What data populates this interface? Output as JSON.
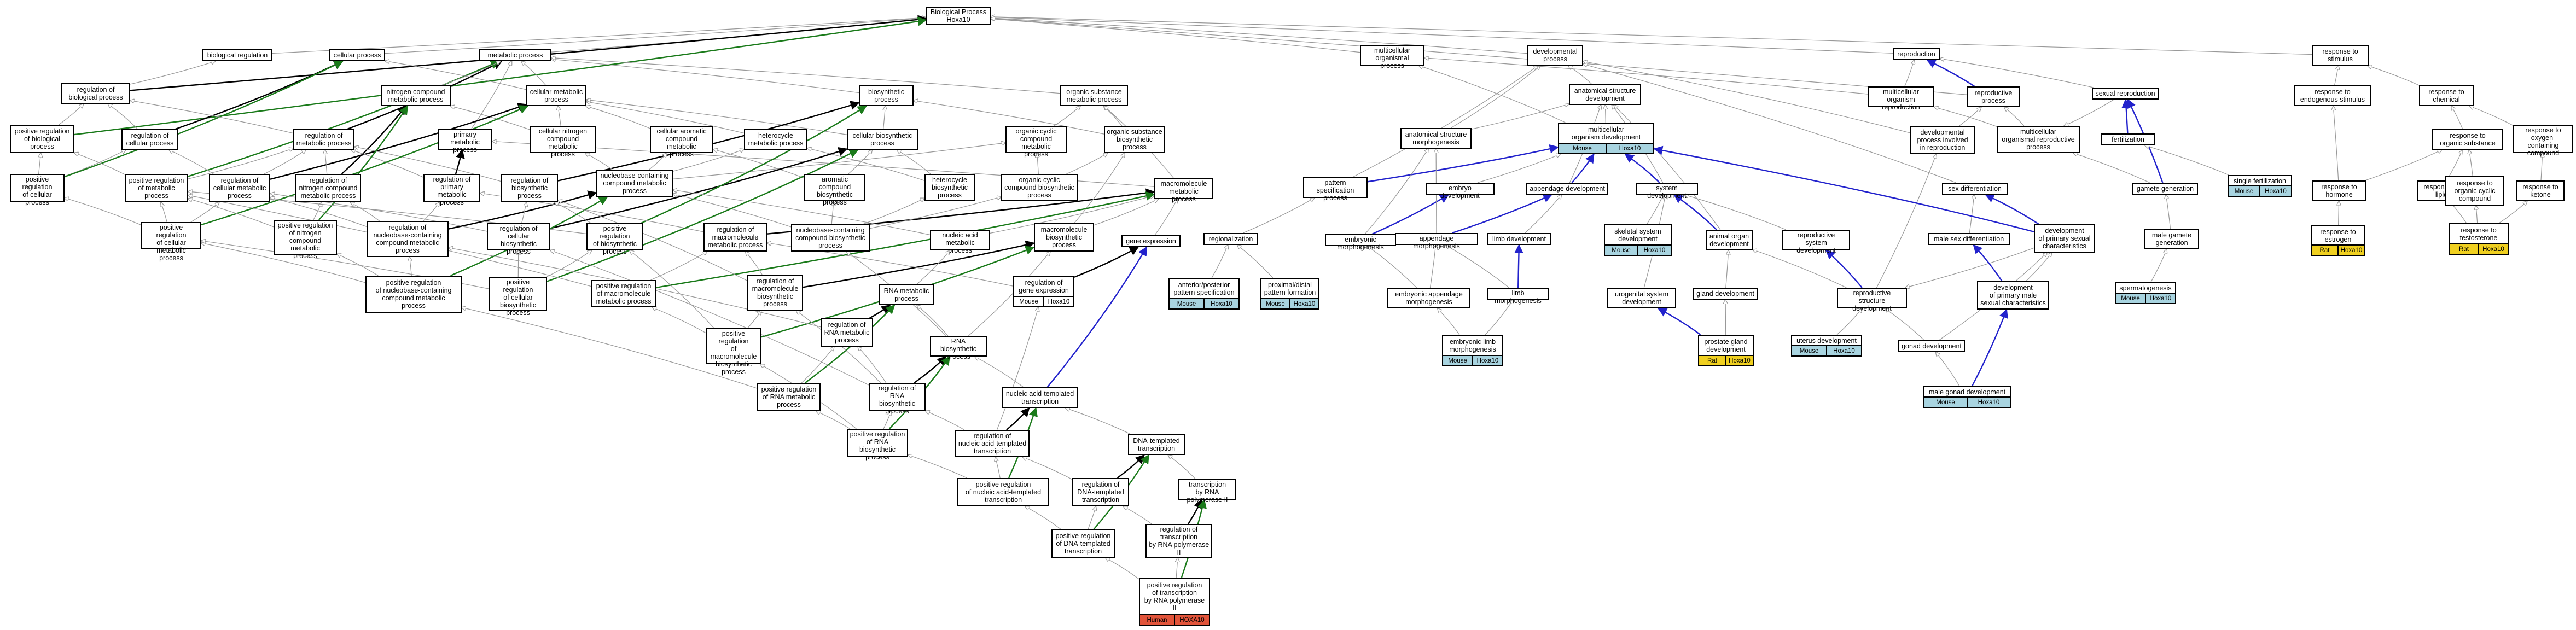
{
  "colors": {
    "is_a": "#999999",
    "regulates": "#000000",
    "pos_regulates": "#1a7a1a",
    "part_of": "#2222cc"
  },
  "nodes": [
    {
      "id": "bp",
      "label": "Biological Process\nHoxa10"
    },
    {
      "id": "breg",
      "label": "biological regulation"
    },
    {
      "id": "cp",
      "label": "cellular process"
    },
    {
      "id": "mp",
      "label": "metabolic process"
    },
    {
      "id": "rbp",
      "label": "regulation of\nbiological process"
    },
    {
      "id": "ncmp",
      "label": "nitrogen compound\nmetabolic process"
    },
    {
      "id": "cmp",
      "label": "cellular metabolic\nprocess"
    },
    {
      "id": "bs",
      "label": "biosynthetic\nprocess"
    },
    {
      "id": "osmp",
      "label": "organic substance\nmetabolic process"
    },
    {
      "id": "prbp",
      "label": "positive regulation\nof biological\nprocess"
    },
    {
      "id": "rcp",
      "label": "regulation of\ncellular process"
    },
    {
      "id": "rmp",
      "label": "regulation of\nmetabolic process"
    },
    {
      "id": "pmp",
      "label": "primary metabolic\nprocess"
    },
    {
      "id": "cncmp",
      "label": "cellular nitrogen\ncompound metabolic\nprocess"
    },
    {
      "id": "cacmp",
      "label": "cellular aromatic\ncompound metabolic\nprocess"
    },
    {
      "id": "hmp",
      "label": "heterocycle\nmetabolic process"
    },
    {
      "id": "cbp",
      "label": "cellular biosynthetic\nprocess"
    },
    {
      "id": "occmp",
      "label": "organic cyclic\ncompound metabolic\nprocess"
    },
    {
      "id": "osbp",
      "label": "organic substance\nbiosynthetic\nprocess"
    },
    {
      "id": "prcp",
      "label": "positive regulation\nof cellular\nprocess"
    },
    {
      "id": "prmp",
      "label": "positive regulation\nof metabolic\nprocess"
    },
    {
      "id": "rcmp",
      "label": "regulation of\ncellular metabolic\nprocess"
    },
    {
      "id": "rncmp",
      "label": "regulation of\nnitrogen compound\nmetabolic process"
    },
    {
      "id": "rpmp",
      "label": "regulation of\nprimary metabolic\nprocess"
    },
    {
      "id": "rbs",
      "label": "regulation of\nbiosynthetic\nprocess"
    },
    {
      "id": "nbcmp",
      "label": "nucleobase-containing\ncompound metabolic\nprocess"
    },
    {
      "id": "acbp",
      "label": "aromatic compound\nbiosynthetic\nprocess"
    },
    {
      "id": "hbp",
      "label": "heterocycle\nbiosynthetic\nprocess"
    },
    {
      "id": "occbp",
      "label": "organic cyclic\ncompound biosynthetic\nprocess"
    },
    {
      "id": "macmp",
      "label": "macromolecule\nmetabolic process"
    },
    {
      "id": "prcmp",
      "label": "positive regulation\nof cellular\nmetabolic process"
    },
    {
      "id": "prncmp",
      "label": "positive regulation\nof nitrogen\ncompound metabolic\nprocess"
    },
    {
      "id": "rnbcmp",
      "label": "regulation of\nnucleobase-containing\ncompound metabolic\nprocess"
    },
    {
      "id": "rcbp",
      "label": "regulation of\ncellular biosynthetic\nprocess"
    },
    {
      "id": "prbs",
      "label": "positive regulation\nof biosynthetic\nprocess"
    },
    {
      "id": "rmacmp",
      "label": "regulation of\nmacromolecule\nmetabolic process"
    },
    {
      "id": "nbcbp",
      "label": "nucleobase-containing\ncompound biosynthetic\nprocess"
    },
    {
      "id": "namp",
      "label": "nucleic acid\nmetabolic process"
    },
    {
      "id": "macbp",
      "label": "macromolecule\nbiosynthetic\nprocess"
    },
    {
      "id": "ge",
      "label": "gene expression"
    },
    {
      "id": "prnbcmp",
      "label": "positive regulation\nof nucleobase-containing\ncompound metabolic\nprocess"
    },
    {
      "id": "prcbp",
      "label": "positive regulation\nof cellular\nbiosynthetic\nprocess"
    },
    {
      "id": "prmacmp",
      "label": "positive regulation\nof macromolecule\nmetabolic process"
    },
    {
      "id": "rmacbp",
      "label": "regulation of\nmacromolecule\nbiosynthetic\nprocess"
    },
    {
      "id": "rmet",
      "label": "RNA metabolic\nprocess"
    },
    {
      "id": "rge",
      "label": "regulation of\ngene expression",
      "ann": [
        "Mouse",
        "Hoxa10"
      ]
    },
    {
      "id": "prmacbp",
      "label": "positive regulation\nof macromolecule\nbiosynthetic\nprocess"
    },
    {
      "id": "rrmp",
      "label": "regulation of\nRNA metabolic\nprocess"
    },
    {
      "id": "rbsp",
      "label": "RNA biosynthetic\nprocess"
    },
    {
      "id": "prrmp",
      "label": "positive regulation\nof RNA metabolic\nprocess"
    },
    {
      "id": "rrbp",
      "label": "regulation of\nRNA biosynthetic\nprocess"
    },
    {
      "id": "natt",
      "label": "nucleic acid-templated\ntranscription"
    },
    {
      "id": "prrbp",
      "label": "positive regulation\nof RNA biosynthetic\nprocess"
    },
    {
      "id": "rnatt",
      "label": "regulation of\nnucleic acid-templated\ntranscription"
    },
    {
      "id": "dtt",
      "label": "DNA-templated\ntranscription"
    },
    {
      "id": "prnatt",
      "label": "positive regulation\nof nucleic acid-templated\ntranscription"
    },
    {
      "id": "rdtt",
      "label": "regulation of\nDNA-templated\ntranscription"
    },
    {
      "id": "trp2",
      "label": "transcription\nby RNA polymerase II"
    },
    {
      "id": "prdtt",
      "label": "positive regulation\nof DNA-templated\ntranscription"
    },
    {
      "id": "rtrp2",
      "label": "regulation of\ntranscription\nby RNA polymerase\nII"
    },
    {
      "id": "prtrp2",
      "label": "positive regulation\nof transcription\nby RNA polymerase\nII",
      "ann": [
        "Human",
        "HOXA10"
      ],
      "hl": "#e2543a"
    },
    {
      "id": "mop",
      "label": "multicellular\norganismal process"
    },
    {
      "id": "dp",
      "label": "developmental\nprocess"
    },
    {
      "id": "asd",
      "label": "anatomical structure\ndevelopment"
    },
    {
      "id": "asm",
      "label": "anatomical structure\nmorphogenesis"
    },
    {
      "id": "mod",
      "label": "multicellular\norganism development",
      "ann": [
        "Mouse",
        "Hoxa10"
      ],
      "hl": "#a8d4e0"
    },
    {
      "id": "psp",
      "label": "pattern specification\nprocess"
    },
    {
      "id": "emb",
      "label": "embryo development"
    },
    {
      "id": "appd",
      "label": "appendage development"
    },
    {
      "id": "sysd",
      "label": "system development"
    },
    {
      "id": "regn",
      "label": "regionalization"
    },
    {
      "id": "embm",
      "label": "embryonic morphogenesis"
    },
    {
      "id": "appm",
      "label": "appendage morphogenesis"
    },
    {
      "id": "limbd",
      "label": "limb development"
    },
    {
      "id": "sksd",
      "label": "skeletal system\ndevelopment",
      "ann": [
        "Mouse",
        "Hoxa10"
      ],
      "hl": "#a8d4e0"
    },
    {
      "id": "apps",
      "label": "anterior/posterior\npattern specification",
      "ann": [
        "Mouse",
        "Hoxa10"
      ],
      "hl": "#a8d4e0"
    },
    {
      "id": "pdpf",
      "label": "proximal/distal\npattern formation",
      "ann": [
        "Mouse",
        "Hoxa10"
      ],
      "hl": "#a8d4e0"
    },
    {
      "id": "eam",
      "label": "embryonic appendage\nmorphogenesis"
    },
    {
      "id": "limbm",
      "label": "limb morphogenesis"
    },
    {
      "id": "elm",
      "label": "embryonic limb\nmorphogenesis",
      "ann": [
        "Mouse",
        "Hoxa10"
      ],
      "hl": "#a8d4e0"
    },
    {
      "id": "animd",
      "label": "animal organ\ndevelopment"
    },
    {
      "id": "ugsd",
      "label": "urogenital system\ndevelopment"
    },
    {
      "id": "glandd",
      "label": "gland development"
    },
    {
      "id": "prostd",
      "label": "prostate gland\ndevelopment",
      "ann": [
        "Rat",
        "Hoxa10"
      ],
      "hl": "#f0d020"
    },
    {
      "id": "repr",
      "label": "reproduction"
    },
    {
      "id": "mrep",
      "label": "multicellular\norganism reproduction"
    },
    {
      "id": "repp",
      "label": "reproductive\nprocess"
    },
    {
      "id": "devrep",
      "label": "developmental\nprocess involved\nin reproduction"
    },
    {
      "id": "mrepp",
      "label": "multicellular\norganismal reproductive\nprocess"
    },
    {
      "id": "repsd",
      "label": "reproductive\nsystem development"
    },
    {
      "id": "repstd",
      "label": "reproductive\nstructure development"
    },
    {
      "id": "sexdiff",
      "label": "sex differentiation"
    },
    {
      "id": "msd",
      "label": "male sex differentiation"
    },
    {
      "id": "dpsc",
      "label": "development\nof primary sexual\ncharacteristics"
    },
    {
      "id": "dpmsc",
      "label": "development\nof primary male\nsexual characteristics"
    },
    {
      "id": "uterd",
      "label": "uterus development",
      "ann": [
        "Mouse",
        "Hoxa10"
      ],
      "hl": "#a8d4e0"
    },
    {
      "id": "gonadd",
      "label": "gonad development"
    },
    {
      "id": "mgd",
      "label": "male gonad development",
      "ann": [
        "Mouse",
        "Hoxa10"
      ],
      "hl": "#a8d4e0"
    },
    {
      "id": "sexrep",
      "label": "sexual reproduction"
    },
    {
      "id": "fert",
      "label": "fertilization"
    },
    {
      "id": "gamg",
      "label": "gamete generation"
    },
    {
      "id": "mgg",
      "label": "male gamete\ngeneration"
    },
    {
      "id": "sperm",
      "label": "spermatogenesis",
      "ann": [
        "Mouse",
        "Hoxa10"
      ],
      "hl": "#a8d4e0"
    },
    {
      "id": "singf",
      "label": "single fertilization",
      "ann": [
        "Mouse",
        "Hoxa10"
      ],
      "hl": "#a8d4e0"
    },
    {
      "id": "rstim",
      "label": "response to\nstimulus"
    },
    {
      "id": "rendo",
      "label": "response to\nendogenous stimulus"
    },
    {
      "id": "rchem",
      "label": "response to\nchemical"
    },
    {
      "id": "rorg",
      "label": "response to\norganic substance"
    },
    {
      "id": "roxy",
      "label": "response to\noxygen-containing\ncompound"
    },
    {
      "id": "rhorm",
      "label": "response to\nhormone"
    },
    {
      "id": "rlipid",
      "label": "response to\nlipid"
    },
    {
      "id": "rocc",
      "label": "response to\norganic cyclic\ncompound"
    },
    {
      "id": "rket",
      "label": "response to\nketone"
    },
    {
      "id": "restr",
      "label": "response to\nestrogen",
      "ann": [
        "Rat",
        "Hoxa10"
      ],
      "hl": "#f0d020"
    },
    {
      "id": "rtest",
      "label": "response to\ntestosterone",
      "ann": [
        "Rat",
        "Hoxa10"
      ],
      "hl": "#f0d020"
    }
  ]
}
